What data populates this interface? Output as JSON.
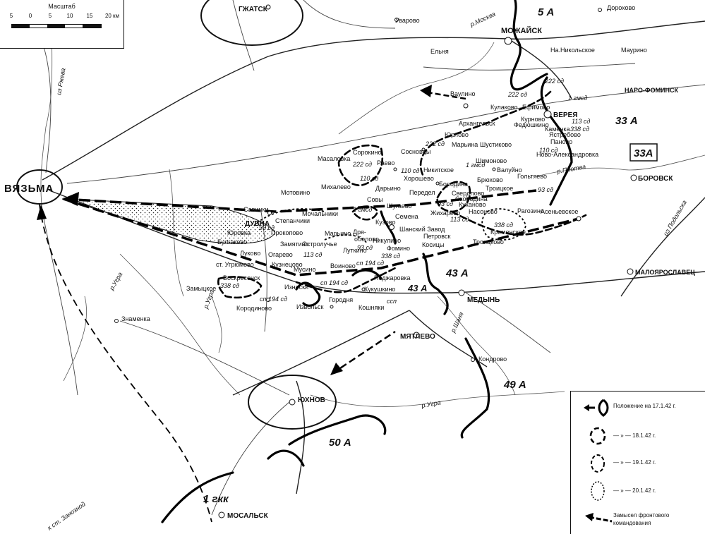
{
  "scale": {
    "title": "Масштаб",
    "ticks": [
      "5",
      "0",
      "5",
      "10",
      "15",
      "20 км"
    ]
  },
  "cities": {
    "vyazma": "ВЯЗЬМА",
    "gzhatsk": "ГЖАТСК",
    "mozhaysk": "МОЖАЙСК",
    "vereya": "ВЕРЕЯ",
    "borovsk": "БОРОВСК",
    "naro": "НАРО-ФОМИНСК",
    "maloyaroslavets": "МАЛОЯРОСЛАВЕЦ",
    "medyn": "МЕДЫНЬ",
    "myatlevo": "МЯТЛЕВО",
    "yukhnov": "ЮХНОВ",
    "mosalsk": "МОСАЛЬСК",
    "dubna": "ДУБНА"
  },
  "towns": {
    "uvarovo": "Уварово",
    "dorokhovo": "Дорохово",
    "elnya": "Ельня",
    "nikolskoe": "Нa.Никольское",
    "maurino": "Маурино",
    "vaulino": "Ваулино",
    "kulakovo": "Кулаково",
    "efimovo": "Ефимово",
    "arkhangelsk": "Архангельск",
    "yurlovo": "Юрлово",
    "kurnovo": "Курново",
    "fedyushkino": "Федюшкино",
    "kamenka": "Каменка",
    "yastrebovo": "Ястребово",
    "panovo": "Паново",
    "novoalex": "Ново-Александровка",
    "masalovka": "Масаловка",
    "sorokino": "Сорокино",
    "sosnovtsy": "Сосновцы",
    "raevo": "Раево",
    "marina": "Марьина",
    "shustikovo": "Шустиково",
    "shimonovo": "Шимоново",
    "valuyno": "Валуйно",
    "goltyaevo": "Гольтяево",
    "nikitskoe": "Никитское",
    "khoroshevo": "Хорошево",
    "borodino": "Бородина",
    "bryukhovo": "Брюхово",
    "troitskoe": "Троицкое",
    "sverdlovo": "Свердлово",
    "skorodino": "Скородина",
    "kukanovo": "Куканово",
    "mikhalevo": "Михалево",
    "motovino": "Мотовино",
    "darino": "Дарьино",
    "sovy": "Совы",
    "peredel": "Передел",
    "savinki": "Савинки",
    "mochalniki": "Мочальники",
    "shugaevo": "Шугаево",
    "semena": "Семена",
    "zhikharevo": "Жихарево",
    "nasonovo": "Насоново",
    "ragozino": "Рагозино",
    "asenevskoe": "Асеньевское",
    "yurovka": "Юровка",
    "stepanchiki": "Степанчики",
    "prokopovo": "Прокопово",
    "kuzovo": "Кузово",
    "shansky": "Шанский Завод",
    "petrovsk": "Петровск",
    "kremenskoe": "Кременское",
    "troitskovo": "Троицково",
    "bulgakovo": "Булгаково",
    "zamyatino": "Замятино",
    "marino": "Марьино",
    "ostrolube": "Остролучье",
    "drya": "Дря-",
    "obolovo": "оболово",
    "nikulino": "Никулино",
    "lukovo": "Луково",
    "ogarevo": "Огарево",
    "fomino": "Фомино",
    "kositsy": "Косицы",
    "ugryumovo": "ст. Угрюмово",
    "kuznetsovo": "Кузнецово",
    "lutkino": "Луткино",
    "voinovo": "Воиново",
    "musino": "Мусино",
    "podzharovka": "Поджаровка",
    "voskresensk": "Воскресенск",
    "iznoski": "Износки",
    "kukushkino": "Кукушкино",
    "zamytskoe": "Замыцкое",
    "korodinovo": "Кородиново",
    "izvolsk": "Извольск",
    "gorodnya": "Городня",
    "kosh": "Кошняки",
    "znamenka": "Знаменка",
    "kondrovo": "Кондрово"
  },
  "rivers": {
    "moskva": "р.Москва",
    "protva": "р.Протва",
    "ugra1": "р.Угра",
    "ugra2": "р.Угра",
    "ugra3": "р.Угра",
    "shanya": "р.Шаня",
    "izrzhev": "из Ржева",
    "izpodolsk": "из Подольска",
    "izzanoznoy": "к ст. Занозной"
  },
  "armies": {
    "a5": "5 А",
    "a33": "33 А",
    "a33box": "33А",
    "a43a": "43 А",
    "a43b": "43 А",
    "a49": "49 А",
    "a50": "50 А",
    "gk1": "1 гкк"
  },
  "units": {
    "u1": "222 сд",
    "u2": "222 сд",
    "u3": "1 гмсд",
    "u4": "113 сд",
    "u5": "338 сд",
    "u6": "110 сд",
    "u7": "222 сд",
    "u8": "222 сд",
    "u9": "110 сд",
    "u10": "110 сд",
    "u11": "1 гмсд",
    "u12": "93 сд",
    "u13": "93 сд",
    "u14": "113 сд",
    "u15": "1 гмсд",
    "u16": "338 сд",
    "u17": "93 сд",
    "u18": "113 сд",
    "u19": "93 сд",
    "u20": "338 сд",
    "u21": "сп 194 сд",
    "u22": "сп 194 сд",
    "u23": "338 сд",
    "u24": "сп 194 сд",
    "u25": "ссп"
  },
  "legend": {
    "items": [
      "Положение на 17.1.42 г.",
      "— » — 18.1.42 г.",
      "— » — 19.1.42 г.",
      "— » — 20.1.42 г.",
      "Замысел фронтового командования"
    ]
  }
}
